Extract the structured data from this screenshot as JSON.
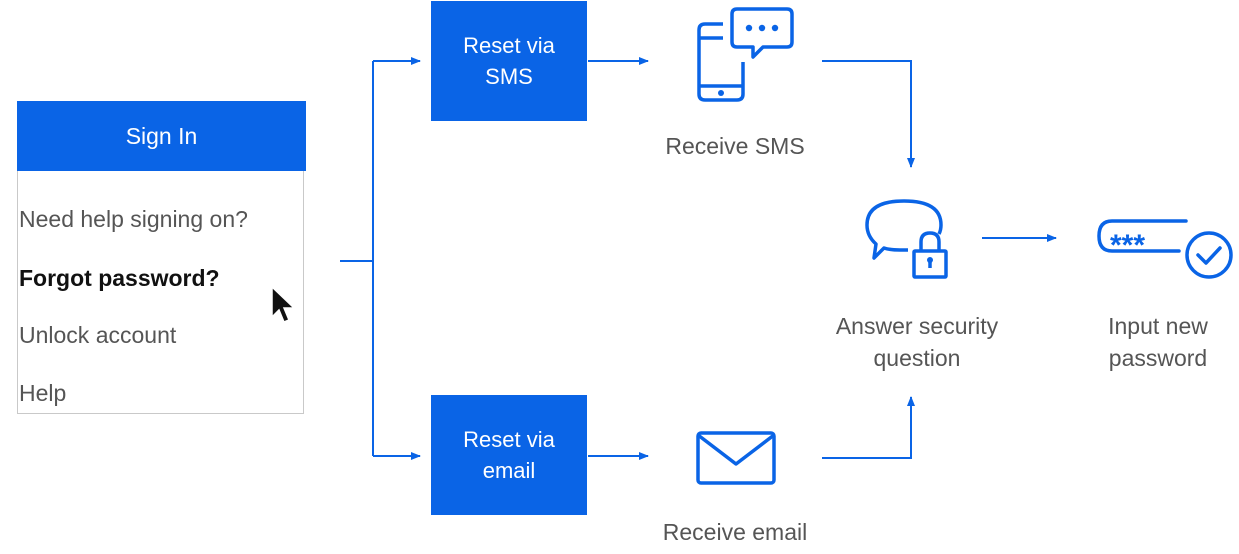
{
  "signin": {
    "header": "Sign In",
    "items": [
      {
        "label": "Need help signing on?",
        "bold": false
      },
      {
        "label": "Forgot password?",
        "bold": true
      },
      {
        "label": "Unlock account",
        "bold": false
      },
      {
        "label": "Help",
        "bold": false
      }
    ]
  },
  "steps": {
    "reset_sms": "Reset via SMS",
    "reset_email": "Reset via email",
    "receive_sms": "Receive SMS",
    "receive_email": "Receive email",
    "security_question": "Answer security question",
    "new_password": "Input new password"
  },
  "icons": {
    "sms": "phone-with-chat-icon",
    "email": "envelope-icon",
    "security": "chat-bubble-with-lock-icon",
    "password": "password-field-with-check-icon",
    "cursor": "mouse-pointer-icon"
  },
  "colors": {
    "brand": "#0a64e6",
    "text": "#555555",
    "border": "#c9c9c9"
  }
}
